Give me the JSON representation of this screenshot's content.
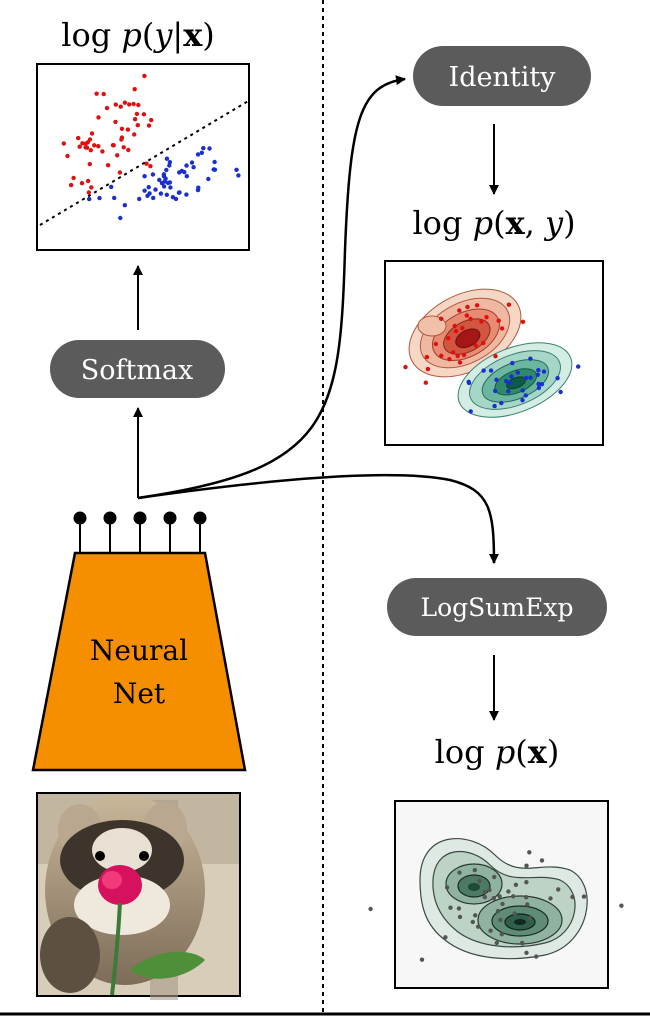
{
  "titles": {
    "conditional": {
      "pre": "log ",
      "p": "p",
      "open": "(",
      "y": "y",
      "bar": "|",
      "x": "x",
      "close": ")"
    },
    "joint": {
      "pre": "log ",
      "p": "p",
      "open": "(",
      "x": "x",
      "comma": ", ",
      "y": "y",
      "close": ")"
    },
    "marginal": {
      "pre": "log ",
      "p": "p",
      "open": "(",
      "x": "x",
      "close": ")"
    }
  },
  "nodes": {
    "softmax": "Softmax",
    "identity": "Identity",
    "logsumexp": "LogSumExp"
  },
  "network": {
    "line1": "Neural",
    "line2": "Net",
    "output_count": 5
  },
  "colors": {
    "pill": "#5b5b5b",
    "network_fill": "#f68f00",
    "class_red": "#e01010",
    "class_blue": "#1830d0",
    "contour_green": "#2f8a6a"
  },
  "input_image": "raccoon-holding-rose-photo"
}
